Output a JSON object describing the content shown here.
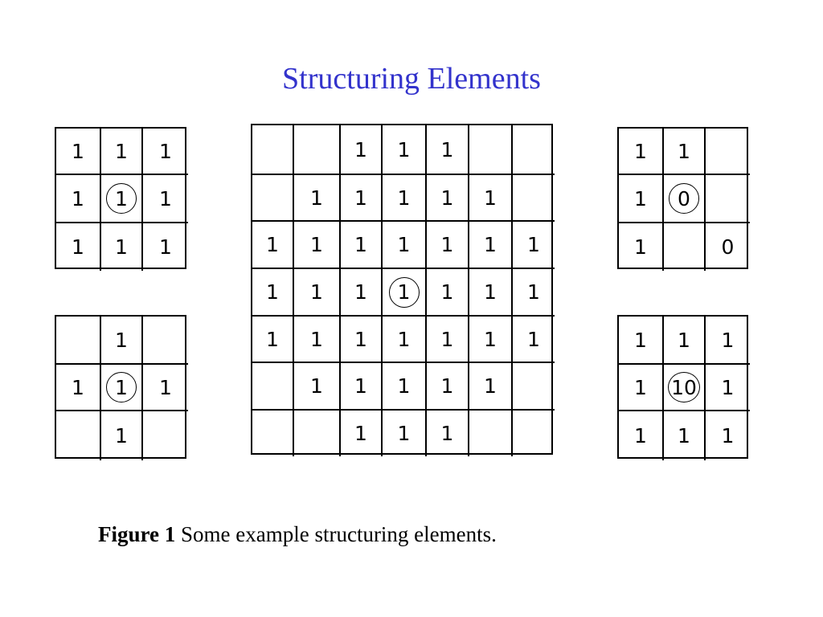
{
  "title": "Structuring Elements",
  "caption": {
    "label": "Figure 1",
    "text": " Some example structuring elements."
  },
  "elements": [
    {
      "id": "square-3x3",
      "rows": [
        [
          "1",
          "1",
          "1"
        ],
        [
          "1",
          "1",
          "1"
        ],
        [
          "1",
          "1",
          "1"
        ]
      ],
      "origin": [
        1,
        1
      ]
    },
    {
      "id": "cross-3x3",
      "rows": [
        [
          "",
          "1",
          ""
        ],
        [
          "1",
          "1",
          "1"
        ],
        [
          "",
          "1",
          ""
        ]
      ],
      "origin": [
        1,
        1
      ]
    },
    {
      "id": "disk-7x7",
      "rows": [
        [
          "",
          "",
          "1",
          "1",
          "1",
          "",
          ""
        ],
        [
          "",
          "1",
          "1",
          "1",
          "1",
          "1",
          ""
        ],
        [
          "1",
          "1",
          "1",
          "1",
          "1",
          "1",
          "1"
        ],
        [
          "1",
          "1",
          "1",
          "1",
          "1",
          "1",
          "1"
        ],
        [
          "1",
          "1",
          "1",
          "1",
          "1",
          "1",
          "1"
        ],
        [
          "",
          "1",
          "1",
          "1",
          "1",
          "1",
          ""
        ],
        [
          "",
          "",
          "1",
          "1",
          "1",
          "",
          ""
        ]
      ],
      "origin": [
        3,
        3
      ]
    },
    {
      "id": "corner-3x3",
      "rows": [
        [
          "1",
          "1",
          ""
        ],
        [
          "1",
          "0",
          ""
        ],
        [
          "1",
          "",
          "0"
        ]
      ],
      "origin": [
        1,
        1
      ]
    },
    {
      "id": "ring-3x3",
      "rows": [
        [
          "1",
          "1",
          "1"
        ],
        [
          "1",
          "10",
          "1"
        ],
        [
          "1",
          "1",
          "1"
        ]
      ],
      "origin": [
        1,
        1
      ]
    }
  ]
}
